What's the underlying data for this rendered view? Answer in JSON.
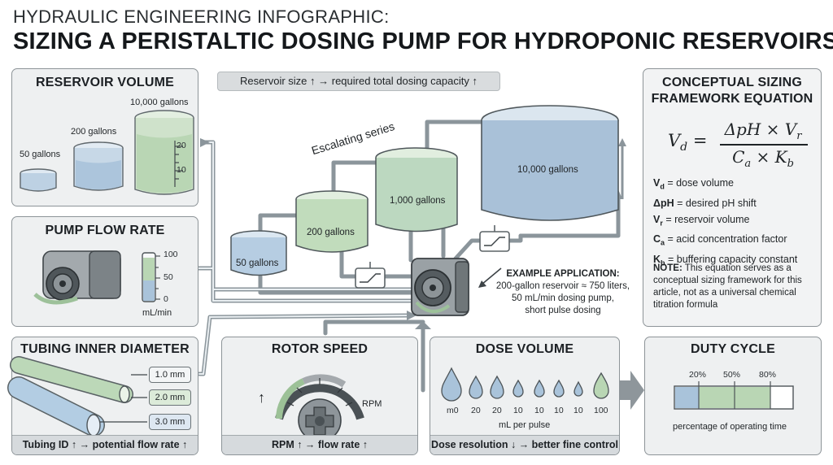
{
  "header": {
    "kicker": "HYDRAULIC ENGINEERING INFOGRAPHIC:",
    "title": "SIZING A PERISTALTIC DOSING PUMP FOR HYDROPONIC RESERVOIRS"
  },
  "reservoir_panel": {
    "title": "RESERVOIR VOLUME",
    "labels": [
      "50 gallons",
      "200 gallons",
      "10,000 gallons"
    ],
    "scale_ticks": [
      "20",
      "10"
    ]
  },
  "top_note": "Reservoir size ↑ → required total dosing capacity ↑",
  "flow_panel": {
    "title": "PUMP FLOW RATE",
    "ticks": [
      "100",
      "50",
      "0"
    ],
    "unit": "mL/min"
  },
  "tubing_panel": {
    "title": "TUBING INNER DIAMETER",
    "sizes": [
      "1.0 mm",
      "2.0 mm",
      "3.0 mm"
    ],
    "footer": "Tubing ID ↑ → potential flow rate ↑"
  },
  "rotor_panel": {
    "title": "ROTOR SPEED",
    "up_arrow": "↑",
    "unit": "RPM",
    "footer": "RPM ↑ → flow rate ↑"
  },
  "dose_panel": {
    "title": "DOSE VOLUME",
    "values": [
      "m0",
      "20",
      "20",
      "10",
      "10",
      "10",
      "10",
      "100"
    ],
    "unit": "mL per pulse",
    "footer": "Dose resolution ↓ → better fine control"
  },
  "duty_panel": {
    "title": "DUTY CYCLE",
    "marks": [
      "20%",
      "50%",
      "80%"
    ],
    "segments": [
      0.2,
      0.5,
      0.8
    ],
    "caption": "percentage of operating time"
  },
  "equation_panel": {
    "title_line1": "CONCEPTUAL SIZING",
    "title_line2": "FRAMEWORK EQUATION",
    "lhs": "V",
    "lhs_sub": "d",
    "numerator": "ΔpH × V",
    "numerator_sub": "r",
    "denominator": "C",
    "denominator_sub_a": "a",
    "denominator_mid": " × K",
    "denominator_sub_b": "b",
    "defs": [
      {
        "sym": "V",
        "sub": "d",
        "text": " = dose volume"
      },
      {
        "sym": "ΔpH",
        "sub": "",
        "text": " = desired pH shift"
      },
      {
        "sym": "V",
        "sub": "r",
        "text": " = reservoir volume"
      },
      {
        "sym": "C",
        "sub": "a",
        "text": " = acid concentration factor"
      },
      {
        "sym": "K",
        "sub": "b",
        "text": " = buffering capacity constant"
      }
    ],
    "note_label": "NOTE:",
    "note_text": " This equation serves as a conceptual sizing framework for this article, not as a universal chemical titration formula"
  },
  "center": {
    "series_label": "Escalating series",
    "tanks": [
      "50 gallons",
      "200 gallons",
      "1,000 gallons",
      "10,000 gallons"
    ],
    "example_title": "EXAMPLE APPLICATION:",
    "example_lines": [
      "200-gallon reservoir ≈ 750 liters,",
      "50 mL/min dosing pump,",
      "short pulse dosing"
    ]
  },
  "colors": {
    "blue_fluid": "#a9c3da",
    "green_fluid": "#b9d6b4",
    "panel_bg": "#eef0f1",
    "border": "#8d9498"
  }
}
